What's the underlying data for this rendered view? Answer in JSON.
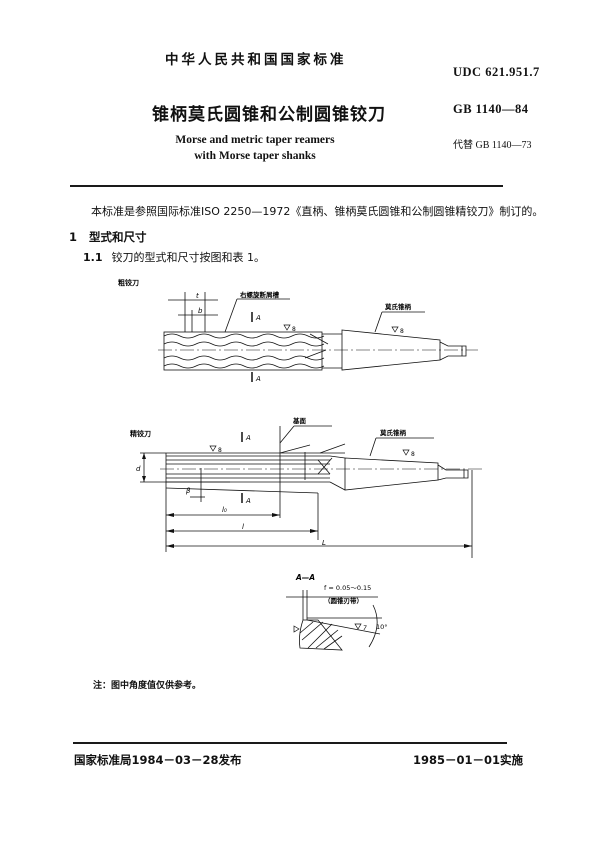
{
  "header": {
    "standard_body": "中华人民共和国国家标准",
    "udc": "UDC 621.951.7",
    "title_cn": "锥柄莫氏圆锥和公制圆锥铰刀",
    "standard_number": "GB 1140—84",
    "title_en_line1": "Morse and metric taper reamers",
    "title_en_line2": "with Morse taper shanks",
    "replaces": "代替 GB 1140—73"
  },
  "body": {
    "intro": "本标准是参照国际标准ISO 2250—1972《直柄、锥柄莫氏圆锥和公制圆锥精铰刀》制订的。",
    "section1": {
      "number": "1",
      "title": "型式和尺寸"
    },
    "section1_1": {
      "number": "1.1",
      "text": "铰刀的型式和尺寸按图和表 1。"
    }
  },
  "figures": {
    "rough": {
      "label": "粗铰刀",
      "groove_label": "右螺旋断屑槽",
      "shank_label": "莫氏锥柄",
      "dim_t": "t",
      "dim_b": "b",
      "section_mark": "A",
      "roughness": "8"
    },
    "finish": {
      "label": "精铰刀",
      "datum_label": "基面",
      "shank_label": "莫氏锥柄",
      "dim_d": "d",
      "dim_beta": "β",
      "dim_l0": "l₀",
      "dim_l": "l",
      "dim_L": "L",
      "section_mark": "A",
      "roughness": "8"
    },
    "section_aa": {
      "title": "A—A",
      "land": "f = 0.05～0.15",
      "land_note": "（圆锥刃带）",
      "roughness": "7",
      "angle": "10°"
    }
  },
  "note": "注：图中角度值仅供参考。",
  "footer": {
    "published": "国家标准局1984－03－28发布",
    "effective": "1985－01－01实施"
  }
}
